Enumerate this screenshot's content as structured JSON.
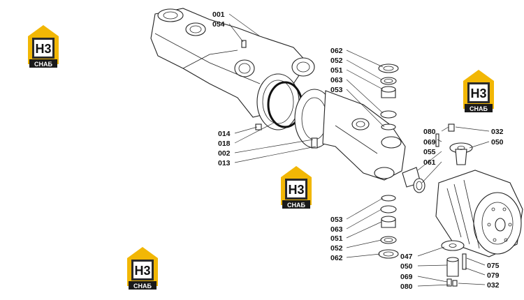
{
  "watermark": {
    "mark": "Н3",
    "caption": "СНАБ",
    "colors": {
      "roof": "#f2b705",
      "body": "#2b2b2b",
      "tag": "#1a1a1a"
    }
  },
  "callouts": {
    "c001": "001",
    "c054": "054",
    "c062a": "062",
    "c052a": "052",
    "c051a": "051",
    "c063a": "063",
    "c053a": "053",
    "c014": "014",
    "c018": "018",
    "c002": "002",
    "c013": "013",
    "c080a": "080",
    "c069a": "069",
    "c055": "055",
    "c061": "061",
    "c032a": "032",
    "c050a": "050",
    "c053b": "053",
    "c063b": "063",
    "c051b": "051",
    "c052b": "052",
    "c062b": "062",
    "c047": "047",
    "c050b": "050",
    "c069b": "069",
    "c080b": "080",
    "c075": "075",
    "c079": "079",
    "c032b": "032"
  }
}
